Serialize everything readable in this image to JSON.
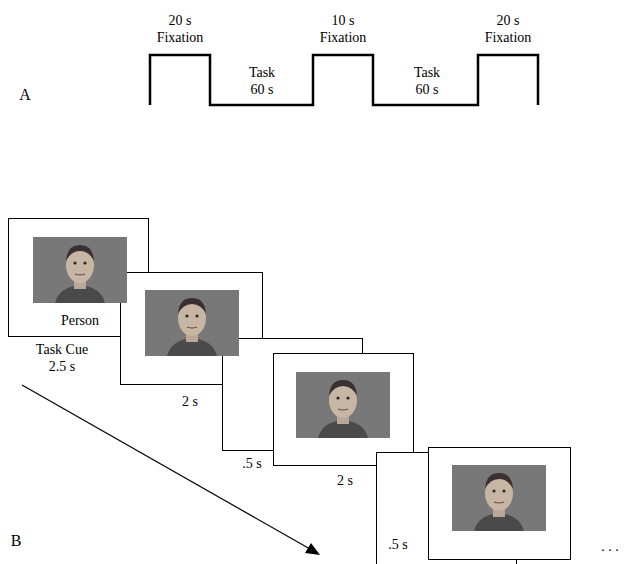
{
  "diagram": {
    "labels": [
      "20 s Fixation",
      "Task 60 s",
      "10 s Fixation",
      "Task 60 s",
      "20 s Fixation",
      "A",
      "Person",
      "Task Cue 2.5 s",
      "2 s",
      ".5 s",
      "2 s",
      ".5 s",
      "B",
      ". . ."
    ]
  }
}
